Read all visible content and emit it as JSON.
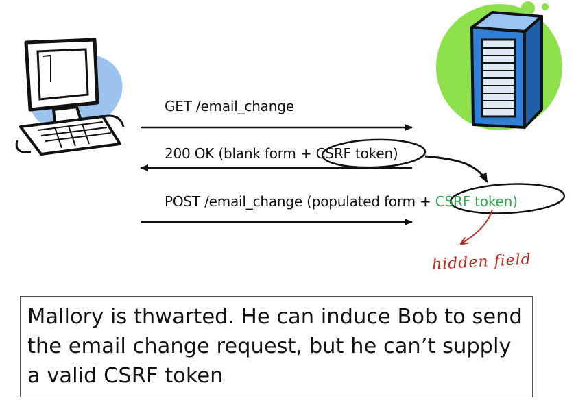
{
  "messages": {
    "request": "GET /email_change",
    "response_prefix": "200 OK  (blank form + ",
    "response_token": "CSRF token)",
    "post_prefix": "POST /email_change  (populated form + ",
    "post_token": "CSRF token)"
  },
  "annotation": "hidden field",
  "callout": "Mallory is thwarted. He can induce Bob to send the email change request, but he can’t supply a valid CSRF token",
  "colors": {
    "arrow": "#111111",
    "token_green": "#2ea84a",
    "annotation_red": "#c0281c",
    "server_circle": "#8ee04a",
    "client_blob": "#9cc3ee",
    "server_body": "#2f7fd6"
  },
  "icons": {
    "client": "desktop-computer-icon",
    "server": "server-tower-icon"
  }
}
